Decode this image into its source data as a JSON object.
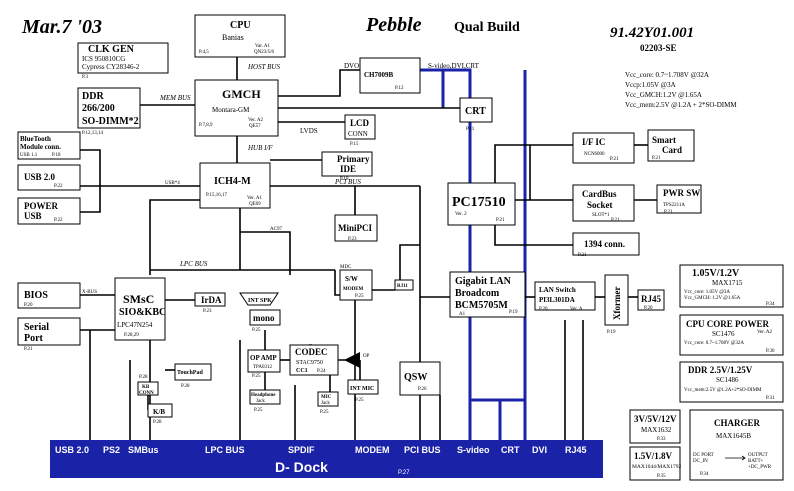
{
  "header": {
    "date": "Mar.7 '03",
    "product": "Pebble",
    "build": "Qual Build",
    "part_number": "91.42Y01.001",
    "doc_code": "02203-SE"
  },
  "power_notes": [
    "Vcc_core: 0.7~1.708V @32A",
    "Vccp:1.05V @3A",
    "Vcc_GMCH:1.2V @1.65A",
    "Vcc_mem:2.5V @1.2A + 2*SO-DIMM"
  ],
  "colors": {
    "dock_fill": "#1a22a8",
    "dock_wire": "#1a22a8",
    "line": "#000000"
  },
  "bus_labels": {
    "host_bus": "HOST BUS",
    "mem_bus": "MEM BUS",
    "hub_if": "HUB I/F",
    "lvds": "LVDS",
    "pci_bus": "PCI BUS",
    "lpc_bus": "LPC BUS",
    "ac97": "AC97",
    "mdc": "MDC",
    "usb4": "USB*4",
    "xbus": "X-BUS",
    "dvo_b": "DVO B",
    "video_out": "S-video,DVI,CRT",
    "op": "OP"
  },
  "blocks": {
    "cpu": {
      "title": "CPU",
      "sub": "Banias",
      "page": "P.4,5",
      "ver": "Var. A1",
      "ver2": "QN23/5/6"
    },
    "clkgen": {
      "title": "CLK GEN",
      "sub": "ICS 950810CG",
      "sub2": "Cypress CY28346-2",
      "page": "P.3"
    },
    "ddr": {
      "title": "DDR",
      "sub": "266/200",
      "sub2": "SO-DIMM*2",
      "page": "P.12,13,14"
    },
    "gmch": {
      "title": "GMCH",
      "sub": "Montara-GM",
      "page": "P.7,8,9",
      "ver": "Ver. A2",
      "ver2": "QE57"
    },
    "lcd": {
      "title": "LCD",
      "sub": "CONN",
      "page": "P.15"
    },
    "ch7009": {
      "title": "CH7009B",
      "page": "P.12"
    },
    "crt": {
      "title": "CRT",
      "page": "P.11"
    },
    "bluetooth": {
      "title": "BlueTooth",
      "sub": "Module conn.",
      "sub2": "USB 1.1",
      "page": "P.18"
    },
    "usb2": {
      "title": "USB 2.0",
      "page": "P.22"
    },
    "powerusb": {
      "title": "POWER",
      "sub": "USB",
      "page": "P.22"
    },
    "ich4m": {
      "title": "ICH4-M",
      "page": "P.15,16,17",
      "ver": "Ver. A1",
      "ver2": "QE69"
    },
    "pide": {
      "title": "Primary",
      "sub": "IDE",
      "page": "P.18"
    },
    "minipci": {
      "title": "MiniPCI",
      "page": "P.23"
    },
    "pc17510": {
      "title": "PC17510",
      "ver": "Ver. 2",
      "page": "P.21"
    },
    "ific": {
      "title": "I/F IC",
      "sub": "NCN6000",
      "page": "P.21"
    },
    "smartcard": {
      "title": "Smart",
      "sub": "Card",
      "page": "P.21"
    },
    "cardbus": {
      "title": "CardBus",
      "sub": "Socket",
      "sub2": "SLOT*1",
      "page": "P.21"
    },
    "pwrsw": {
      "title": "PWR SW",
      "sub": "TPS2211A",
      "page": "P.21"
    },
    "ieee1394": {
      "title": "1394 conn.",
      "page": "P.21"
    },
    "bios": {
      "title": "BIOS",
      "page": "P.20"
    },
    "serial": {
      "title": "Serial",
      "sub": "Port",
      "page": "P.21"
    },
    "smsc": {
      "title": "SMsC",
      "sub": "SIO&KBC",
      "sub2": "LPC47N254",
      "page": "P.28,29"
    },
    "irda": {
      "title": "IrDA",
      "page": "P.23"
    },
    "intspk": {
      "title": "INT SPK"
    },
    "mono": {
      "title": "mono",
      "page": "P.25"
    },
    "sw_modem": {
      "title": "S/W",
      "sub": "MODEM",
      "page": "P.25"
    },
    "rj11": {
      "title": "RJ11"
    },
    "gigalan": {
      "title": "Gigabit LAN",
      "sub": "Broadcom",
      "sub2": "BCM5705M",
      "ver": "A1",
      "page": "P.19"
    },
    "lanswitch": {
      "title": "LAN Switch",
      "sub": "PI3L301DA",
      "page": "P.20",
      "ver": "Ver. A"
    },
    "xformer": {
      "title": "Xformer",
      "page": "P.19"
    },
    "rj45": {
      "title": "RJ45",
      "page": "P.20"
    },
    "opamp": {
      "title": "OP AMP",
      "sub": "TPA0312",
      "page": "P.25"
    },
    "codec": {
      "title": "CODEC",
      "sub": "STAC9750",
      "sub2": "CC1",
      "page": "P.24"
    },
    "touchpad": {
      "title": "TouchPad",
      "page": "P.28"
    },
    "kbconn": {
      "title": "KB",
      "sub": "CONN",
      "page": "P.28"
    },
    "kb": {
      "title": "K/B",
      "page": "P.28"
    },
    "headphone": {
      "title": "Headphone",
      "sub": "Jack",
      "page": "P.25"
    },
    "mic": {
      "title": "MIC",
      "sub": "Jack",
      "page": "P.25"
    },
    "intmic": {
      "title": "INT MIC",
      "page": "P.25"
    },
    "qsw": {
      "title": "QSW",
      "page": "P.26"
    },
    "pwr_105": {
      "title": "1.05V/1.2V",
      "sub": "MAX1715",
      "line1": "Vcc_core: 1.05V @3A",
      "line2": "Vcc_GMCH: 1.2V @1.65A",
      "page": "P.34"
    },
    "cpucore": {
      "title": "CPU CORE POWER",
      "sub": "SC1476",
      "ver": "Ver. A2",
      "line1": "Vcc_core: 0.7~1.708V @32A",
      "page": "P.30"
    },
    "ddrpwr": {
      "title": "DDR 2.5V/1.25V",
      "sub": "SC1486",
      "line1": "Vcc_mem:2.5V @1.2A+2*SO-DIMM",
      "page": "P.31"
    },
    "pwr_3v": {
      "title": "3V/5V/12V",
      "sub": "MAX1632",
      "page": "P.33"
    },
    "pwr_15": {
      "title": "1.5V/1.8V",
      "sub": "MAX1644/MAX1792",
      "page": "P.35"
    },
    "charger": {
      "title": "CHARGER",
      "sub": "MAX1645B",
      "in1": "DC PORT",
      "in2": "DC_IN",
      "out1": "OUTPUT",
      "out2": "BATT+",
      "out3": "+DC_PWR",
      "page": "P.34"
    }
  },
  "dock": {
    "title": "D- Dock",
    "page": "P.27",
    "ports": [
      "USB 2.0",
      "PS2",
      "SMBus",
      "LPC BUS",
      "SPDIF",
      "MODEM",
      "PCI BUS",
      "S-video",
      "CRT",
      "DVI",
      "RJ45"
    ]
  }
}
